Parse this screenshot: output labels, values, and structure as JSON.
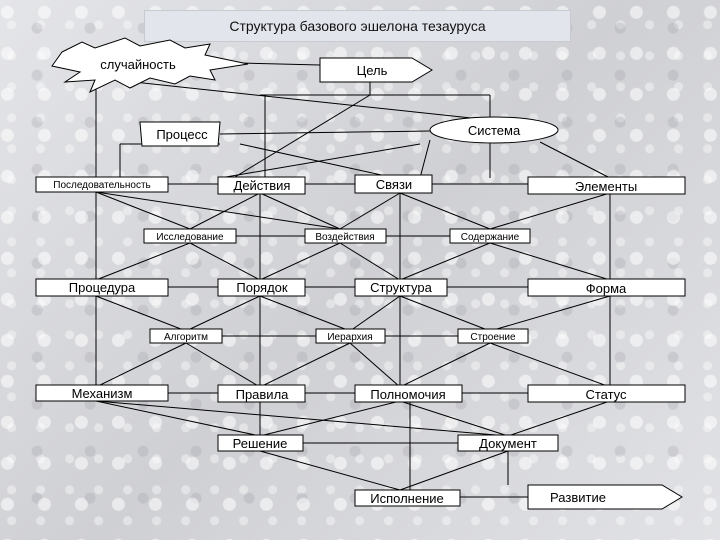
{
  "title": "Структура базового эшелона тезауруса",
  "nodes": {
    "sluchainost": "случайность",
    "tsel": "Цель",
    "process": "Процесс",
    "sistema": "Система",
    "posledovatelnost": "Последовательность",
    "deistviya": "Действия",
    "svyazi": "Связи",
    "elementy": "Элементы",
    "issledovanie": "Исследование",
    "vozdeistviya": "Воздействия",
    "soderzhanie": "Содержание",
    "protsedura": "Процедура",
    "poryadok": "Порядок",
    "struktura": "Структура",
    "forma": "Форма",
    "algoritm": "Алгоритм",
    "ierarkhiya": "Иерархия",
    "stroenie": "Строение",
    "mekhanizm": "Механизм",
    "pravila": "Правила",
    "polnomochiya": "Полномочия",
    "status": "Статус",
    "reshenie": "Решение",
    "dokument": "Документ",
    "ispolnenie": "Исполнение",
    "razvitie": "Развитие"
  },
  "colors": {
    "box_fill": "#ffffff",
    "line": "#000000",
    "title_bg": "#e3e5ec"
  }
}
